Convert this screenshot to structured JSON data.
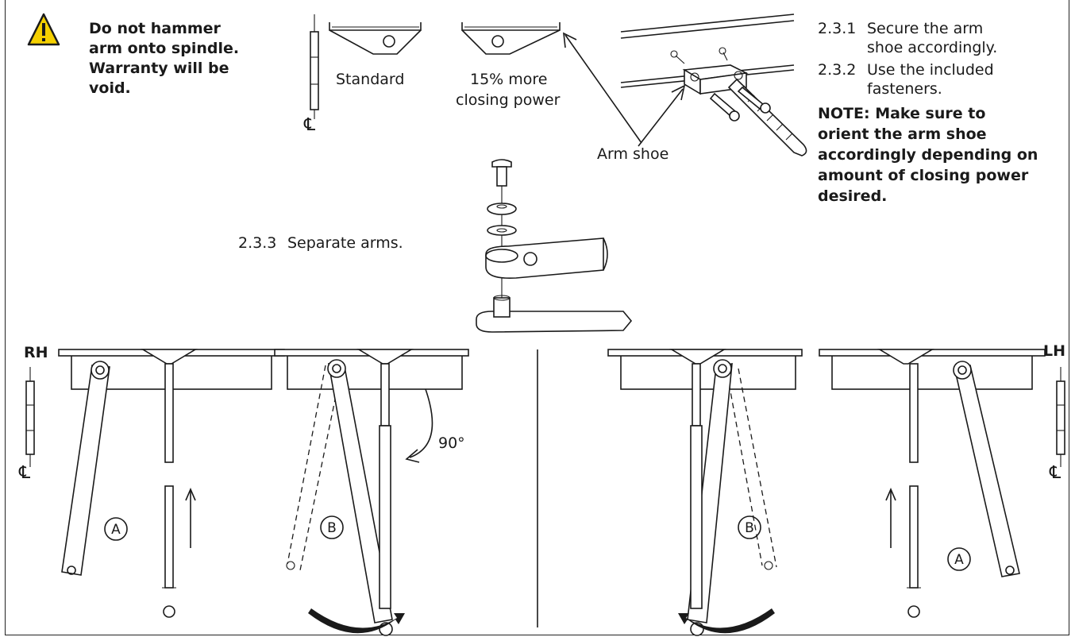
{
  "warning": {
    "icon": "warning-triangle-icon",
    "text": "Do not hammer arm onto spindle. Warranty will be void."
  },
  "arm_shoe": {
    "standard_label": "Standard",
    "power_label_line1": "15% more",
    "power_label_line2": "closing power",
    "callout_label": "Arm shoe"
  },
  "centerline_symbol": "℄",
  "steps": [
    {
      "num": "2.3.1",
      "text_line1": "Secure the arm",
      "text_line2": "shoe accordingly."
    },
    {
      "num": "2.3.2",
      "text_line1": "Use the included",
      "text_line2": "fasteners."
    },
    {
      "num": "2.3.3",
      "text_line1": "Separate arms."
    }
  ],
  "note": {
    "line1": "NOTE:   Make sure to",
    "line2": "orient the arm shoe",
    "line3": "accordingly depending on",
    "line4": "amount of closing power",
    "line5": "desired."
  },
  "hand_labels": {
    "right": "RH",
    "left": "LH"
  },
  "arm_labels": {
    "a": "A",
    "b": "B"
  },
  "angle_label": "90°",
  "colors": {
    "warning_fill": "#f5d000",
    "ink": "#1a1a1a"
  }
}
